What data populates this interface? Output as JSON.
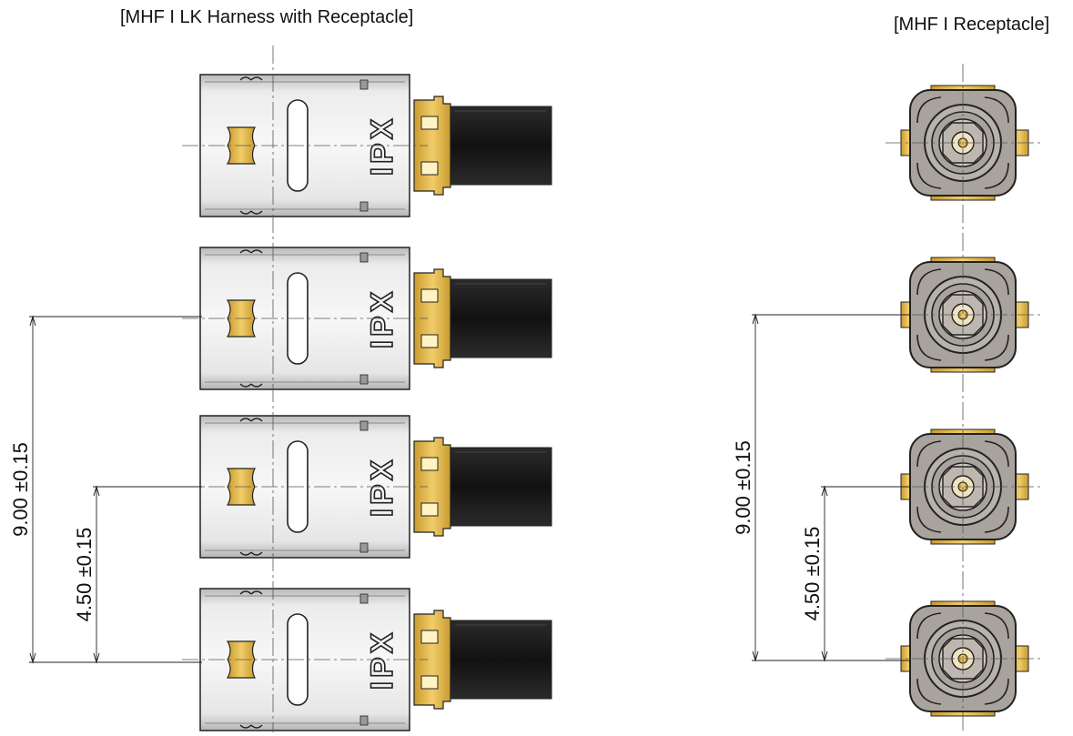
{
  "titles": {
    "left": "[MHF I LK Harness with Receptacle]",
    "right": "[MHF I Receptacle]"
  },
  "harness": {
    "count": 4,
    "brand_marking": "IPX"
  },
  "receptacle": {
    "count": 4
  },
  "dimensions": {
    "pitch_double": {
      "value": "9.00",
      "tolerance": "±0.15"
    },
    "pitch_single": {
      "value": "4.50",
      "tolerance": "±0.15"
    }
  },
  "colors": {
    "metal_shell": "#dcdcdc",
    "gold_contact": "#e2b94a",
    "cable_jacket": "#151515",
    "insulator": "#a9a39d",
    "outline": "#222222"
  }
}
